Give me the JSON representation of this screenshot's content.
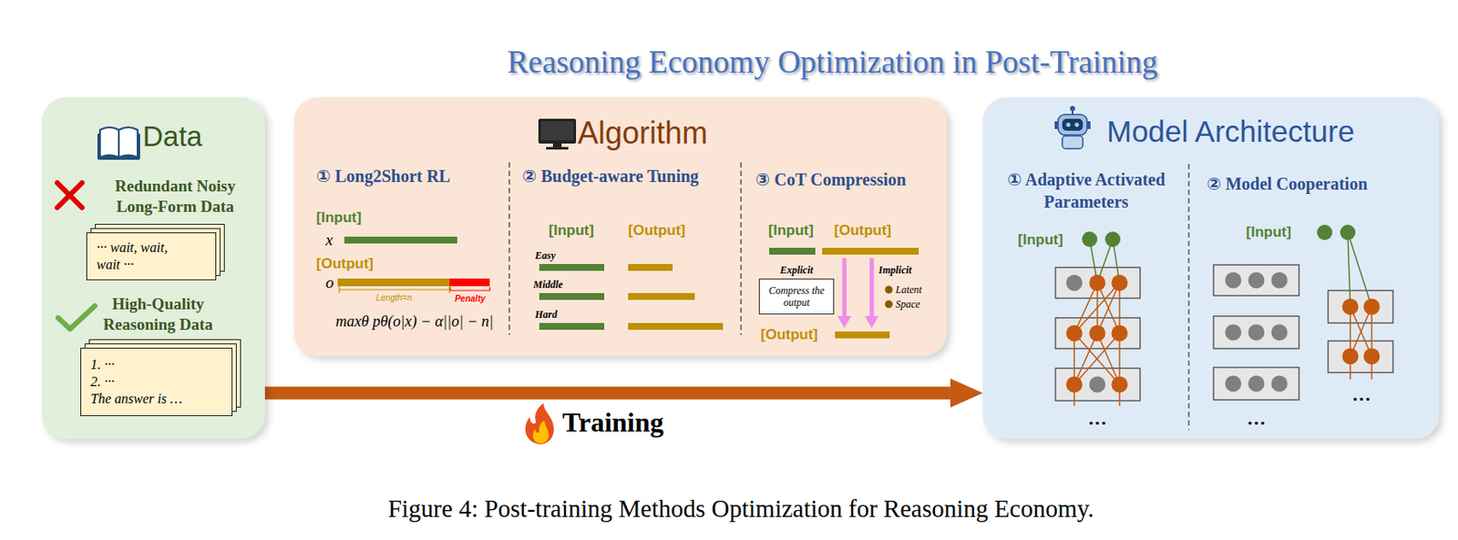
{
  "diagram": {
    "title": "Reasoning Economy Optimization in Post-Training",
    "caption": "Figure 4: Post-training Methods Optimization for Reasoning Economy.",
    "nodes": [
      {
        "text": [
          "Data"
        ]
      },
      {
        "text": [
          "Redundant Noisy Long-Form Data",
          "··· wait, wait, wait ···"
        ],
        "in": 0
      },
      {
        "text": [
          "High-Quality Reasoning Data",
          "1. ···",
          "2. ···",
          "The answer is …"
        ],
        "in": 0
      },
      {
        "text": [
          "Algorithm"
        ]
      },
      {
        "text": [
          "Compress the output"
        ],
        "in": 3
      },
      {
        "text": [
          "Model Architecture"
        ]
      }
    ],
    "edges": [
      {
        "from": 0,
        "to": 5,
        "arrow": "to",
        "label": "Training"
      }
    ],
    "labels": [
      "① Long2Short RL",
      "[Input]",
      "x",
      "[Output]",
      "o",
      "Length=n",
      "Penalty",
      "maxθ pθ(o|x) − α||o| − n|",
      "② Budget-aware Tuning",
      "[Input]",
      "[Output]",
      "Easy",
      "Middle",
      "Hard",
      "③ CoT Compression",
      "[Input]",
      "[Output]",
      "Explicit",
      "Implicit",
      "Latent",
      "Space",
      "[Output]",
      "① Adaptive Activated Parameters",
      "② Model Cooperation",
      "[Input]",
      "[Input]",
      "…",
      "…",
      "…"
    ]
  }
}
